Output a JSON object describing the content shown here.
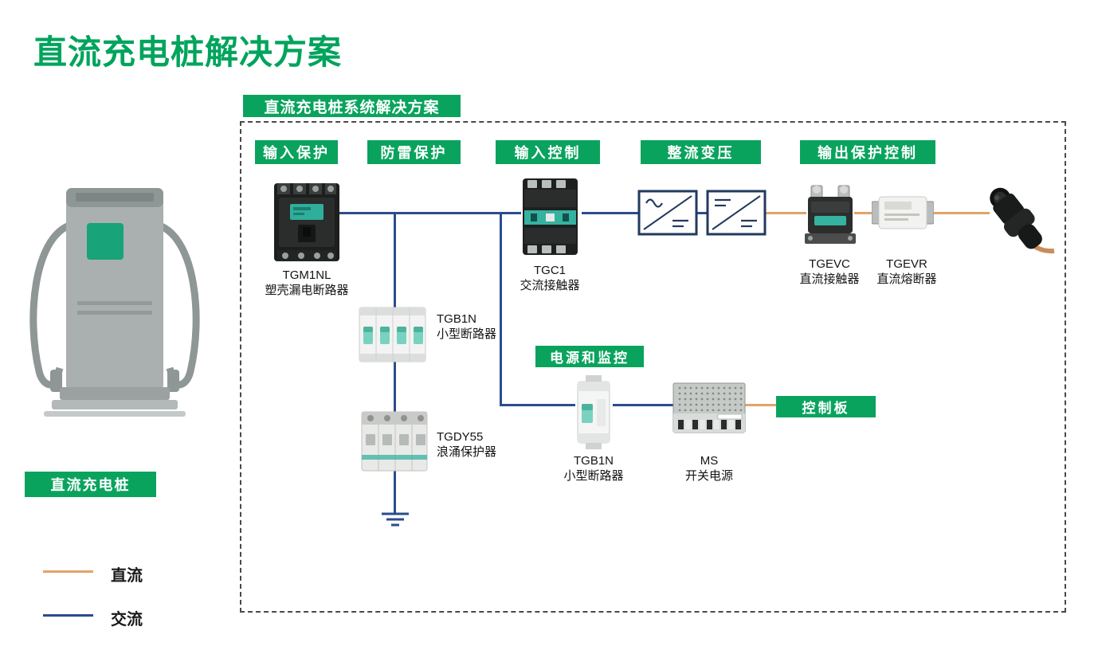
{
  "page": {
    "title": "直流充电桩解决方案"
  },
  "diagram": {
    "section_badge": "直流充电桩系统解决方案",
    "stages": {
      "input_protection": "输入保护",
      "lightning_protection": "防雷保护",
      "input_control": "输入控制",
      "rectifier": "整流变压",
      "output_protection": "输出保护控制",
      "power_monitoring": "电源和监控",
      "control_board": "控制板"
    },
    "products": {
      "tgm1nl": {
        "model": "TGM1NL",
        "name": "塑壳漏电断路器"
      },
      "tgb1n_main": {
        "model": "TGB1N",
        "name": "小型断路器"
      },
      "tgdy55": {
        "model": "TGDY55",
        "name": "浪涌保护器"
      },
      "tgc1": {
        "model": "TGC1",
        "name": "交流接触器"
      },
      "tgevc": {
        "model": "TGEVC",
        "name": "直流接触器"
      },
      "tgevr": {
        "model": "TGEVR",
        "name": "直流熔断器"
      },
      "tgb1n_aux": {
        "model": "TGB1N",
        "name": "小型断路器"
      },
      "ms": {
        "model": "MS",
        "name": "开关电源"
      }
    },
    "icons": {
      "acdc_converter": "box with sine wave over equals (AC/DC)",
      "dcdc_converter": "box with equals over equals (DC/DC)",
      "ground": "earth ground symbol",
      "charging_gun": "EV charging connector",
      "charging_pile": "DC charging pile illustration"
    }
  },
  "sidebar": {
    "pile_badge": "直流充电桩"
  },
  "legend": {
    "dc": {
      "label": "直流",
      "color": "#E2A368"
    },
    "ac": {
      "label": "交流",
      "color": "#2B4C8C"
    }
  },
  "colors": {
    "brand_green": "#0AA35E",
    "title_green": "#00A45C",
    "ac_line": "#2B4C8C",
    "dc_line": "#E2A368"
  }
}
